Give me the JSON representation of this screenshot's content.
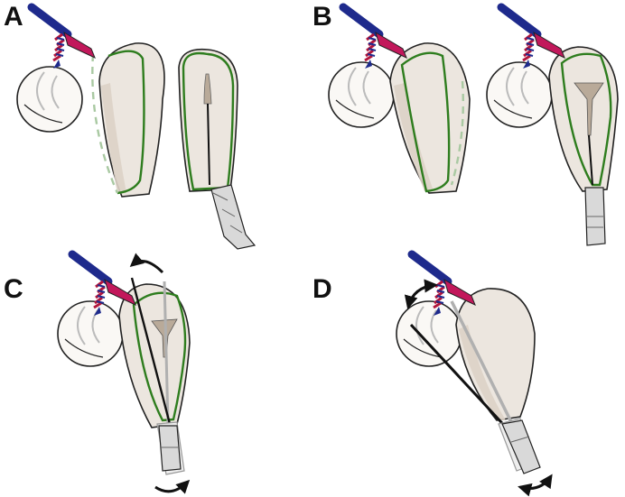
{
  "panels": [
    {
      "label": "A"
    },
    {
      "label": "B"
    },
    {
      "label": "C"
    },
    {
      "label": "D"
    }
  ],
  "colors": {
    "tissue_fill": "#ece6df",
    "tissue_shade": "#ddd2c7",
    "outline": "#222222",
    "green_margin": "#2e7d1e",
    "green_dashed": "#a9c9a2",
    "tube_blue": "#1e2a8c",
    "tube_pink": "#c2185b",
    "coil_red": "#b2163c",
    "cavity": "#b9aa99",
    "instrument_grey": "#d9d9d9",
    "ghost_grey": "#b0b0b0"
  },
  "icons": [
    "curved-rotation-arrow",
    "instrument-probe"
  ]
}
